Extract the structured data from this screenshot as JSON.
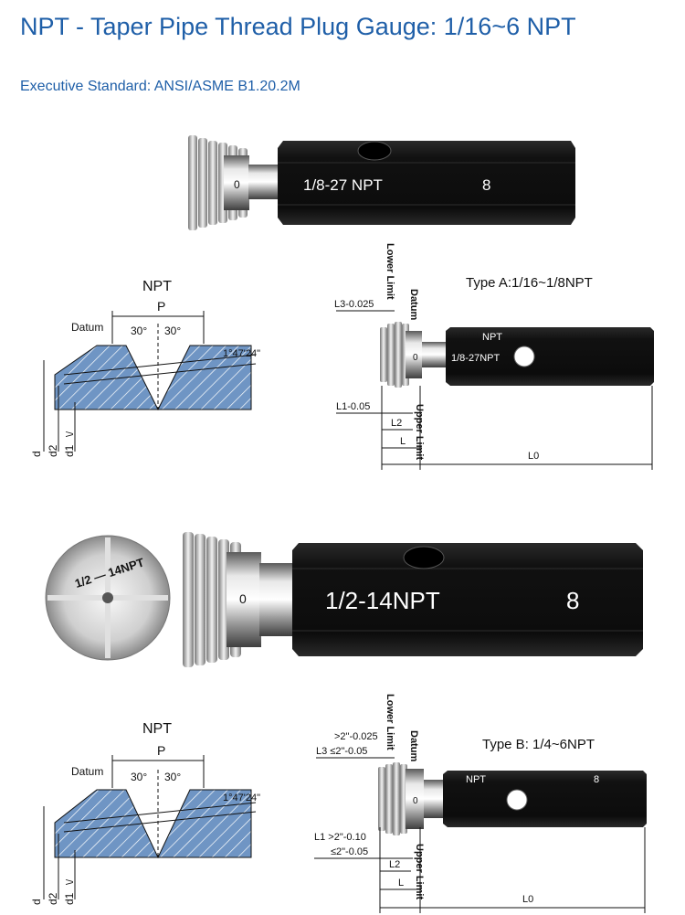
{
  "header": {
    "title": "NPT - Taper Pipe Thread Plug Gauge: 1/16~6 NPT",
    "standard": "Executive Standard: ANSI/ASME B1.20.2M"
  },
  "gauge_top": {
    "ring_mark": "0",
    "size_mark": "1/8-27 NPT",
    "grade_mark": "8"
  },
  "gauge_big": {
    "end_face_mark": "1/2 — 14NPT",
    "ring_mark": "0",
    "size_mark": "1/2-14NPT",
    "grade_mark": "8"
  },
  "profile_a": {
    "heading": "NPT",
    "pitch": "P",
    "datum": "Datum",
    "angle_left": "30°",
    "angle_right": "30°",
    "taper": "1°47'24\"",
    "d": "d",
    "d2": "d2",
    "d1": "d1",
    "dsym": "\\/"
  },
  "profile_b": {
    "heading": "NPT",
    "pitch": "P",
    "datum": "Datum",
    "angle_left": "30°",
    "angle_right": "30°",
    "taper": "1°47'24\"",
    "d": "d",
    "d2": "d2",
    "d1": "d1",
    "dsym": "\\/"
  },
  "type_a": {
    "title": "Type A:1/16~1/8NPT",
    "lower_limit": "Lower Limit",
    "datum": "Datum",
    "upper_limit": "Upper Limit",
    "l3": "L3-0.025",
    "l1": "L1-0.05",
    "l2": "L2",
    "l": "L",
    "l0": "L0",
    "ring_mark": "0",
    "npt_mark": "NPT",
    "size_mark": "1/8-27NPT"
  },
  "type_b": {
    "title": "Type B: 1/4~6NPT",
    "lower_limit": "Lower Limit",
    "datum": "Datum",
    "upper_limit": "Upper Limit",
    "l3_gt": ">2\"-0.025",
    "l3_le": "L3 ≤2\"-0.05",
    "l1_gt": "L1 >2\"-0.10",
    "l1_le": "≤2\"-0.05",
    "l2": "L2",
    "l": "L",
    "l0": "L0",
    "ring_mark": "0",
    "npt_mark": "NPT",
    "grade_mark": "8"
  }
}
